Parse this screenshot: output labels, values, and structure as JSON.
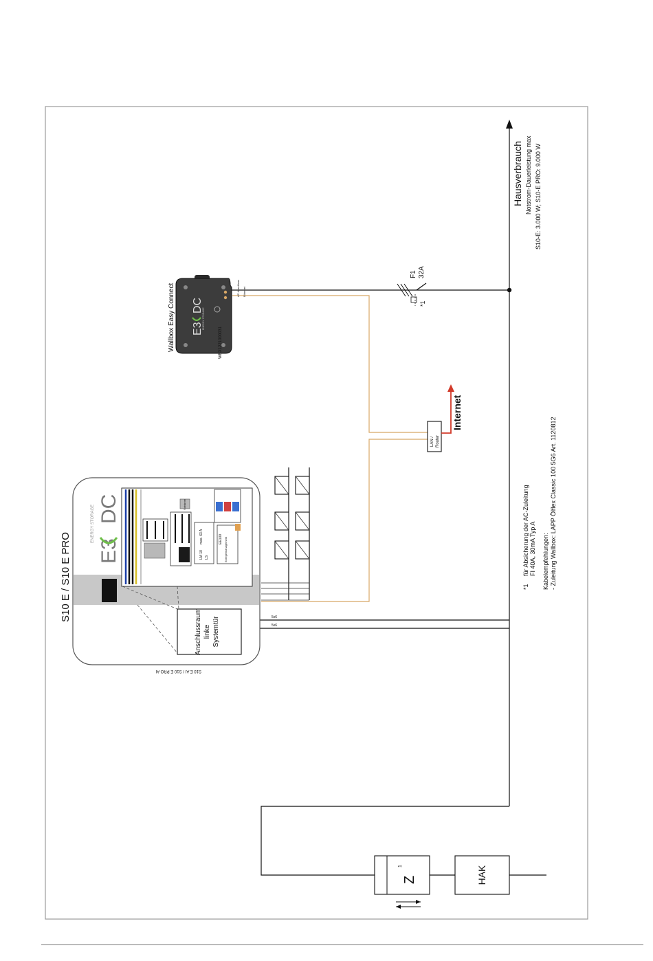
{
  "system": {
    "title": "S10 E / S10 E PRO",
    "brand_e3": "E3",
    "brand_dc": "DC",
    "brand_tag": "ENERGY STORAGE",
    "model_code": "S10 E AI / S10 E PRO AI",
    "compartment_line1": "Anschlussraum",
    "compartment_line2": "linke",
    "compartment_line3": "Systemtür",
    "inner_label_ls": "LS",
    "inner_label_max": "max. 63 A",
    "inner_label_ee": "EE100",
    "inner_label_lm": "LM 10",
    "inner_label_em": "Energiemanagement",
    "inner_label_notstrom": "Notstrom"
  },
  "wallbox": {
    "title": "Wallbox Easy Connect",
    "serial": "WBX1221000031",
    "brand_e3": "E3",
    "brand_dc": "DC",
    "brand_tag": "ENERGY STORAGE",
    "port_power": "AC-Anschluss",
    "port_lan": "Ethernet"
  },
  "fuse": {
    "name": "F1",
    "rating": "32A",
    "note_ref": "*1"
  },
  "house": {
    "label": "Hausverbrauch",
    "note_line1": "Notstrom-Dauerleistung max",
    "note_line2": "S10-E: 3.000 W; S10-E PRO: 9.000 W"
  },
  "router": {
    "line1": "LAN /",
    "line2": "Router"
  },
  "internet": {
    "label": "Internet",
    "arrow_color": "#d23a2a"
  },
  "meter": {
    "label": "Z",
    "index": "1"
  },
  "hak": {
    "label": "HAK"
  },
  "wire_labels": {
    "house_feed": "5x6",
    "grid_feed": "5x6"
  },
  "notes": {
    "n1_marker": "*1",
    "n1_line1": "für Absicherung der AC-Zuleitung",
    "n1_line2": "FI 40A, 30mA Typ A",
    "cable_heading": "Kabelempfehlungen:",
    "cable_line": "- Zuleitung Wallbox: LAPP Ölflex Classic 100 5G6 Art. 1120812"
  },
  "colors": {
    "lan_cable": "#d8a766",
    "wallbox_body": "#3c3c3c",
    "system_band": "#c8c8c8",
    "frame": "#9b9b9b"
  }
}
